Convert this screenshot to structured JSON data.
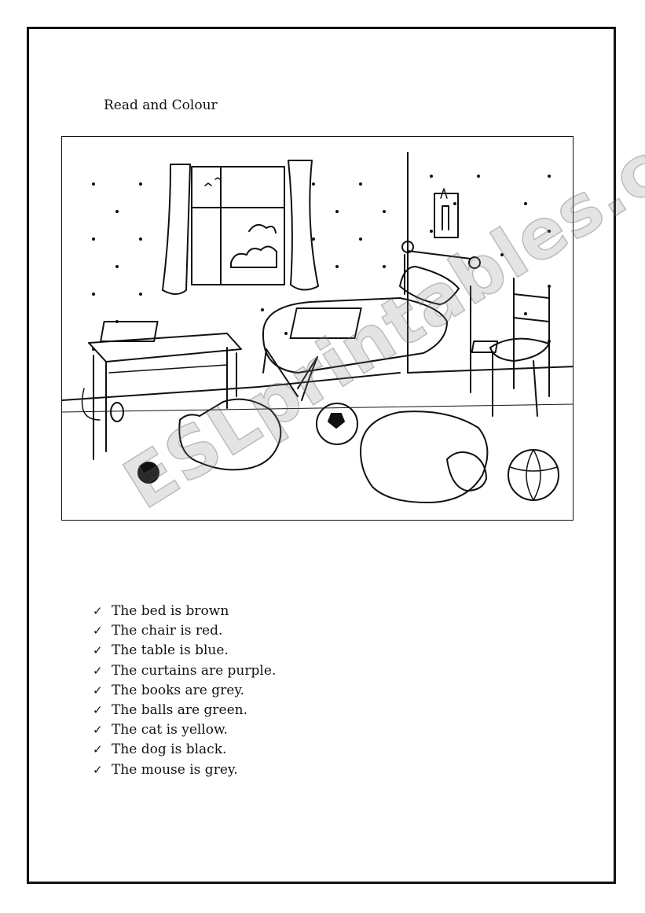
{
  "worksheet": {
    "title": "Read and Colour",
    "watermark": "ESLprintables.com",
    "check_icon": "check-mark-icon",
    "sentences": [
      "The bed is brown",
      "The chair is red.",
      "The table is blue.",
      "The curtains are purple.",
      "The books are grey.",
      "The balls are green.",
      "The cat is yellow.",
      "The dog is black.",
      "The mouse is grey."
    ]
  }
}
